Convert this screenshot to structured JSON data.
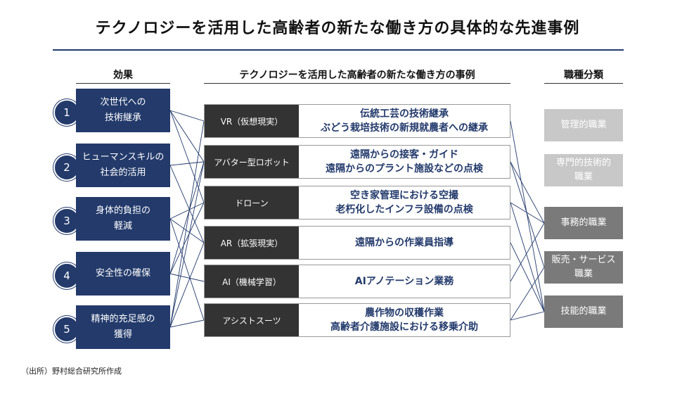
{
  "title": "テクノロジーを活用した高齢者の新たな働き方の具体的な先進事例",
  "headers": {
    "effect": "効果",
    "cases": "テクノロジーを活用した高齢者の新たな働き方の事例",
    "jobs": "職種分類"
  },
  "effects": [
    {
      "num": "1",
      "label": "次世代への\n技術継承"
    },
    {
      "num": "2",
      "label": "ヒューマンスキルの\n社会的活用"
    },
    {
      "num": "3",
      "label": "身体的負担の\n軽減"
    },
    {
      "num": "4",
      "label": "安全性の確保"
    },
    {
      "num": "5",
      "label": "精神的充足感の\n獲得"
    }
  ],
  "techs": [
    {
      "label": "VR（仮想現実）",
      "case": "伝統工芸の技術継承\nぶどう栽培技術の新規就農者への継承"
    },
    {
      "label": "アバター型ロボット",
      "case": "遠隔からの接客・ガイド\n遠隔からのプラント施設などの点検"
    },
    {
      "label": "ドローン",
      "case": "空き家管理における空撮\n老朽化したインフラ設備の点検"
    },
    {
      "label": "AR（拡張現実）",
      "case": "遠隔からの作業員指導"
    },
    {
      "label": "AI（機械学習）",
      "case": "AIアノテーション業務"
    },
    {
      "label": "アシストスーツ",
      "case": "農作物の収穫作業\n高齢者介護施設における移乗介助"
    }
  ],
  "jobs": [
    {
      "label": "管理的職業",
      "color": "#c8c8c8"
    },
    {
      "label": "専門的技術的\n職業",
      "color": "#c8c8c8"
    },
    {
      "label": "事務的職業",
      "color": "#7a7a7a"
    },
    {
      "label": "販売・サービス\n職業",
      "color": "#7a7a7a"
    },
    {
      "label": "技能的職業",
      "color": "#7a7a7a"
    }
  ],
  "links_left": [
    [
      0,
      0
    ],
    [
      0,
      1
    ],
    [
      0,
      2
    ],
    [
      1,
      1
    ],
    [
      1,
      3
    ],
    [
      2,
      2
    ],
    [
      2,
      3
    ],
    [
      2,
      5
    ],
    [
      3,
      1
    ],
    [
      3,
      2
    ],
    [
      3,
      4
    ],
    [
      4,
      0
    ],
    [
      4,
      1
    ],
    [
      4,
      3
    ],
    [
      4,
      5
    ]
  ],
  "links_right": [
    [
      0,
      4
    ],
    [
      1,
      2
    ],
    [
      1,
      3
    ],
    [
      2,
      2
    ],
    [
      2,
      4
    ],
    [
      3,
      4
    ],
    [
      4,
      2
    ],
    [
      5,
      3
    ],
    [
      5,
      4
    ]
  ],
  "source": "（出所）野村総合研究所作成",
  "colors": {
    "navy": "#233a6b",
    "dark": "#333333"
  }
}
